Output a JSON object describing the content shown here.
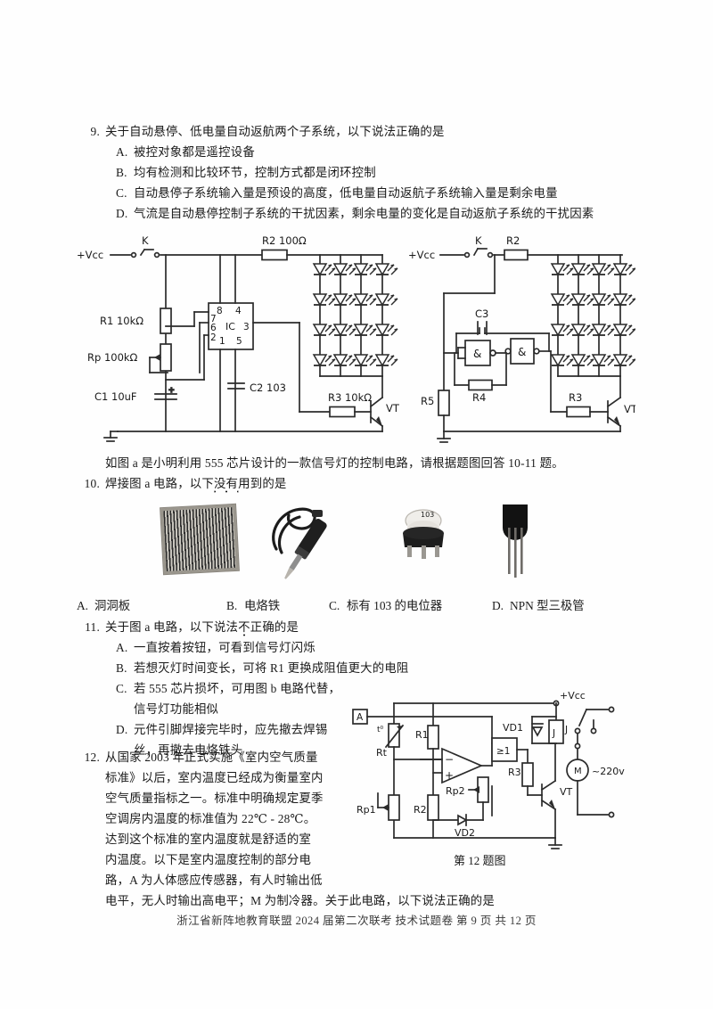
{
  "document": {
    "footer": "浙江省新阵地教育联盟 2024 届第二次联考  技术试题卷  第 9 页 共 12 页"
  },
  "questions": [
    {
      "number": "9.",
      "stem": "关于自动悬停、低电量自动返航两个子系统，以下说法正确的是",
      "options": [
        {
          "label": "A.",
          "text": "被控对象都是遥控设备"
        },
        {
          "label": "B.",
          "text": "均有检测和比较环节，控制方式都是闭环控制"
        },
        {
          "label": "C.",
          "text": "自动悬停子系统输入量是预设的高度，低电量自动返航子系统输入量是剩余电量"
        },
        {
          "label": "D.",
          "text": "气流是自动悬停控制子系统的干扰因素，剩余电量的变化是自动返航子系统的干扰因素"
        }
      ]
    },
    {
      "number": "10.",
      "lead_in": "如图 a 是小明利用 555 芯片设计的一款信号灯的控制电路，请根据题图回答 10-11 题。",
      "stem_pre": "焊接图 a 电路，以下",
      "stem_emph": "没有",
      "stem_post": "用到的是",
      "options": [
        {
          "label": "A.",
          "text": "洞洞板",
          "image": "perfboard-photo"
        },
        {
          "label": "B.",
          "text": "电烙铁",
          "image": "soldering-iron-photo"
        },
        {
          "label": "C.",
          "text": "标有 103 的电位器",
          "image": "potentiometer-photo"
        },
        {
          "label": "D.",
          "text": "NPN 型三极管",
          "image": "npn-transistor-photo"
        }
      ]
    },
    {
      "number": "11.",
      "stem_pre": "关于图 a 电路，以下说法",
      "stem_emph": "不",
      "stem_post": "正确的是",
      "options": [
        {
          "label": "A.",
          "text": "一直按着按钮，可看到信号灯闪烁"
        },
        {
          "label": "B.",
          "text": "若想灭灯时间变长，可将 R1 更换成阻值更大的电阻"
        },
        {
          "label": "C.",
          "text": "若 555 芯片损坏，可用图 b 电路代替，",
          "text2": "信号灯功能相似"
        },
        {
          "label": "D.",
          "text": "元件引脚焊接完毕时，应先撤去焊锡",
          "text2": "丝，再撤去电烙铁头"
        }
      ]
    },
    {
      "number": "12.",
      "paragraph": [
        "从国家 2003 年正式实施《室内空气质量",
        "标准》以后，室内温度已经成为衡量室内",
        "空气质量指标之一。标准中明确规定夏季",
        "空调房内温度的标准值为 22℃ - 28℃。",
        "达到这个标准的室内温度就是舒适的室",
        "内温度。以下是室内温度控制的部分电",
        "路，A 为人体感应传感器，有人时输出低",
        "电平，无人时输出高电平；M 为制冷器。关于此电路，以下说法正确的是"
      ],
      "figure_caption": "第 12 题图"
    }
  ],
  "figure_a": {
    "name": "555-signal-lamp-circuit",
    "labels": {
      "vcc": "+Vcc",
      "switch": "K",
      "r2": "R2 100Ω",
      "r1": "R1 10kΩ",
      "rp": "Rp 100kΩ",
      "c1": "C1 10uF",
      "c2": "C2 103",
      "r3": "R3 10kΩ",
      "vt": "VT",
      "ic": "IC",
      "pins": [
        "8",
        "4",
        "7",
        "6",
        "2",
        "3",
        "1",
        "5"
      ]
    },
    "led_grid": {
      "rows": 4,
      "cols": 4
    }
  },
  "figure_b": {
    "name": "nand-gate-oscillator-circuit",
    "labels": {
      "vcc": "+Vcc",
      "switch": "K",
      "r2": "R2",
      "c3": "C3",
      "r4": "R4",
      "r5": "R5",
      "r3": "R3",
      "vt": "VT",
      "gate": "&"
    },
    "led_grid": {
      "rows": 4,
      "cols": 4
    }
  },
  "figure_12": {
    "name": "room-temperature-control-circuit",
    "labels": {
      "sensor": "A",
      "thermistor": "Rt",
      "thermistor_sym": "t⁰",
      "r1": "R1",
      "r2": "R2",
      "r3": "R3",
      "rp1": "Rp1",
      "rp2": "Rp2",
      "vd1": "VD1",
      "vd2": "VD2",
      "relay": "J",
      "relay_contact": "J",
      "vt": "VT",
      "vcc": "+Vcc",
      "or_gate": "≥1",
      "opamp_minus": "−",
      "opamp_plus": "+",
      "motor": "M",
      "mains": "~220v"
    }
  },
  "colors": {
    "ink": "#1a1a1a",
    "paper": "#fefefe",
    "wire": "#2b2b2b"
  }
}
